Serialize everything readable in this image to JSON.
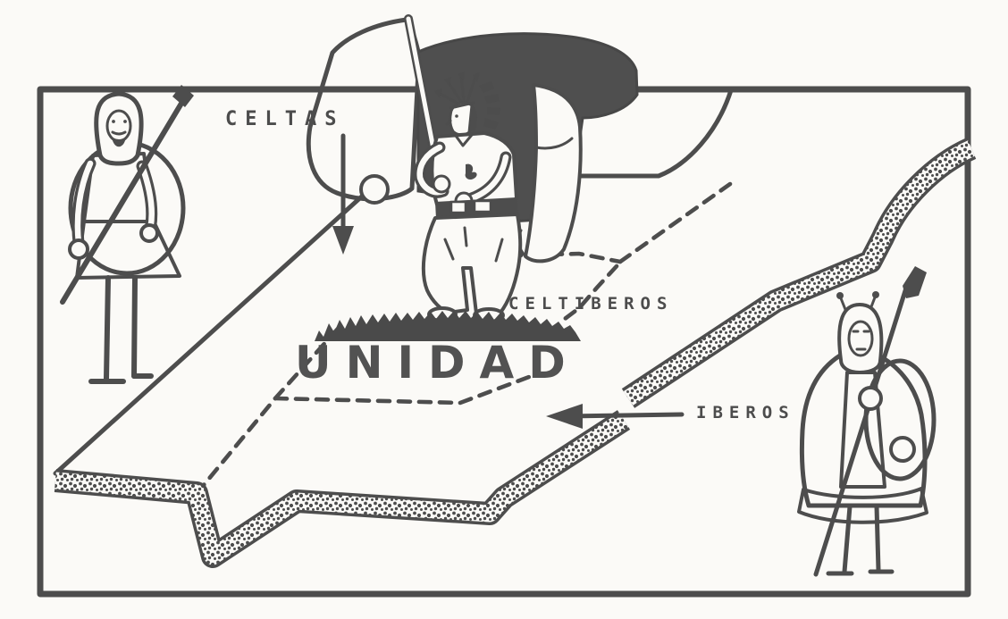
{
  "colors": {
    "ink": "#4d4d4d",
    "paper": "#fbfaf7",
    "flag_dark_panel": "#4f4f4f"
  },
  "peoples": {
    "celtas": {
      "label": "CELTAS",
      "arrow_direction": "down"
    },
    "iberos": {
      "label": "IBEROS",
      "arrow_direction": "left"
    },
    "celtiberos": {
      "label": "CELTIBEROS"
    }
  },
  "map": {
    "central_word": "UNIDAD"
  },
  "figures": {
    "center": "flag-bearer-with-crown-of-arrows",
    "left": "celta-warrior",
    "right": "ibero-warrior"
  }
}
